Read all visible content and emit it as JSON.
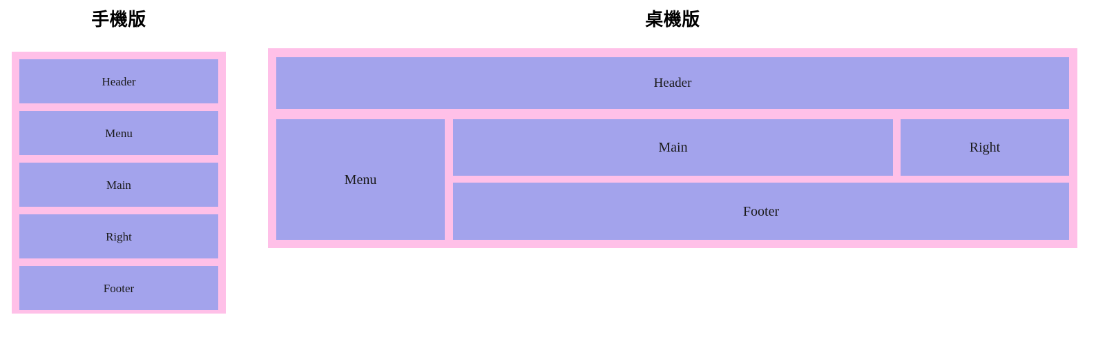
{
  "page": {
    "background": "#ffffff",
    "frame_color": "#ffc0e8",
    "box_color": "#a3a3ec",
    "text_color": "#1a1a1a"
  },
  "mobile": {
    "title": "手機版",
    "boxes": [
      {
        "label": "Header"
      },
      {
        "label": "Menu"
      },
      {
        "label": "Main"
      },
      {
        "label": "Right"
      },
      {
        "label": "Footer"
      }
    ]
  },
  "desktop": {
    "title": "桌機版",
    "boxes": [
      {
        "label": "Header"
      },
      {
        "label": "Menu"
      },
      {
        "label": "Main"
      },
      {
        "label": "Right"
      },
      {
        "label": "Footer"
      }
    ]
  }
}
